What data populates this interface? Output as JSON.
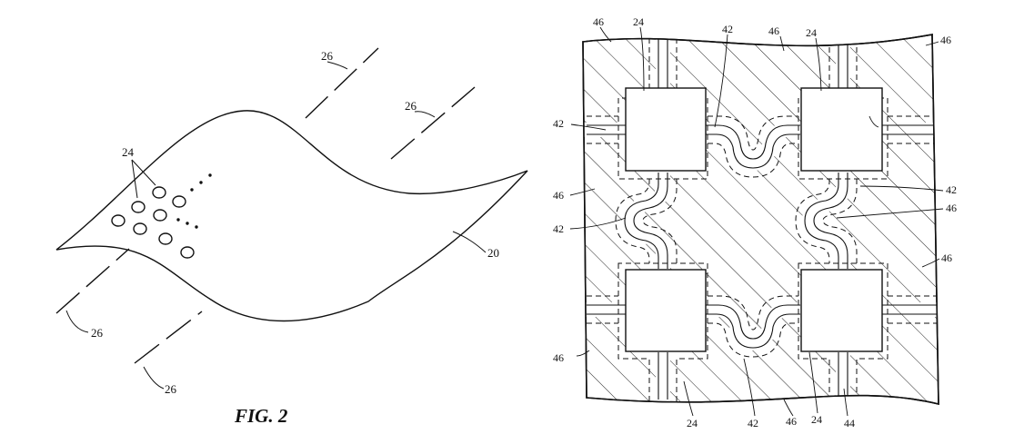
{
  "left_figure": {
    "caption": "FIG. 2",
    "labels": {
      "cluster": "24",
      "sheet": "20",
      "fold_top": "26",
      "fold_right": "26",
      "fold_bottom_left": "26",
      "fold_bottom": "26"
    }
  },
  "right_figure": {
    "labels": {
      "tl_46": "46",
      "tl_24": "24",
      "top_42": "42",
      "top_46": "46",
      "tr_24": "24",
      "tr_46": "46",
      "l_42": "42",
      "l_46": "46",
      "ml_42": "42",
      "r_42": "42",
      "r_46a": "46",
      "r_46b": "46",
      "bl_46": "46",
      "b_24a": "24",
      "b_42": "42",
      "b_46": "46",
      "b_24b": "24",
      "b_44": "44"
    }
  },
  "colors": {
    "line": "#111111",
    "background": "#ffffff"
  }
}
